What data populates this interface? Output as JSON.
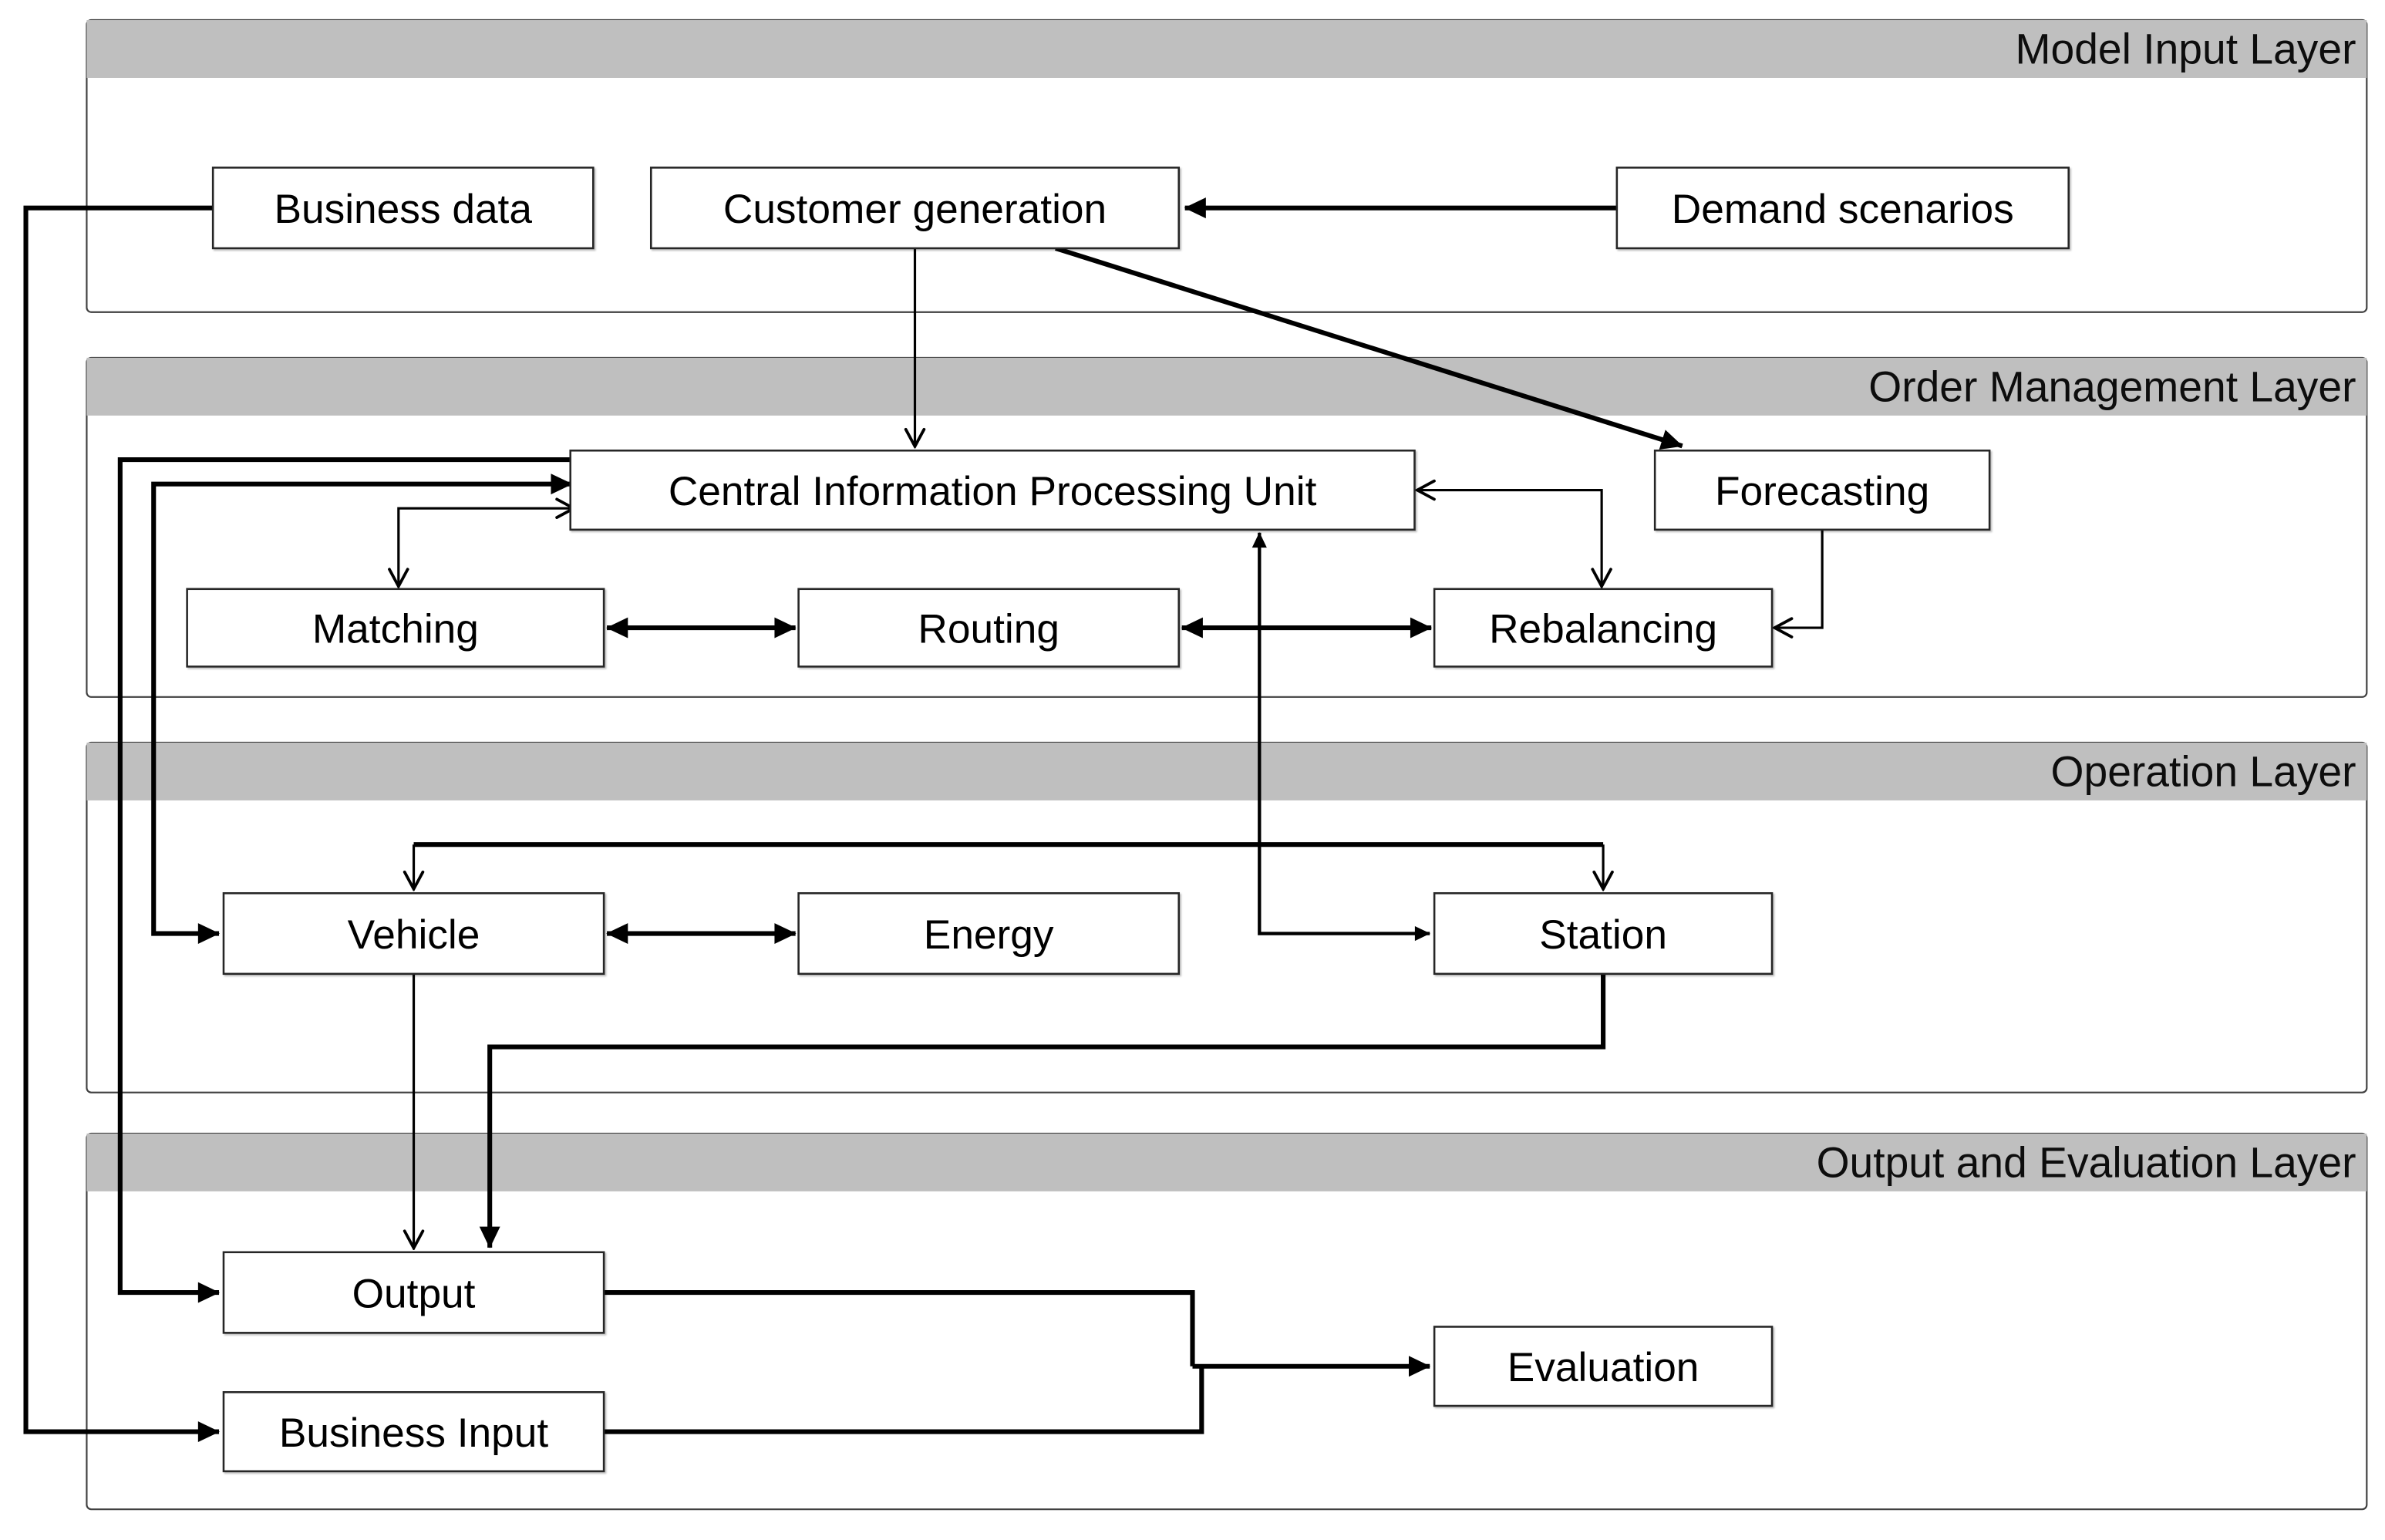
{
  "diagram": {
    "layers": [
      {
        "name": "Model Input Layer"
      },
      {
        "name": "Order Management Layer"
      },
      {
        "name": "Operation Layer"
      },
      {
        "name": "Output and Evaluation Layer"
      }
    ],
    "nodes": [
      {
        "id": "business-data",
        "label": "Business data",
        "layer": "Model Input Layer"
      },
      {
        "id": "customer-generation",
        "label": "Customer generation",
        "layer": "Model Input Layer"
      },
      {
        "id": "demand-scenarios",
        "label": "Demand scenarios",
        "layer": "Model Input Layer"
      },
      {
        "id": "cipu",
        "label": "Central Information Processing Unit",
        "layer": "Order Management Layer"
      },
      {
        "id": "forecasting",
        "label": "Forecasting",
        "layer": "Order Management Layer"
      },
      {
        "id": "matching",
        "label": "Matching",
        "layer": "Order Management Layer"
      },
      {
        "id": "routing",
        "label": "Routing",
        "layer": "Order Management Layer"
      },
      {
        "id": "rebalancing",
        "label": "Rebalancing",
        "layer": "Order Management Layer"
      },
      {
        "id": "vehicle",
        "label": "Vehicle",
        "layer": "Operation Layer"
      },
      {
        "id": "energy",
        "label": "Energy",
        "layer": "Operation Layer"
      },
      {
        "id": "station",
        "label": "Station",
        "layer": "Operation Layer"
      },
      {
        "id": "output",
        "label": "Output",
        "layer": "Output and Evaluation Layer"
      },
      {
        "id": "business-input",
        "label": "Business Input",
        "layer": "Output and Evaluation Layer"
      },
      {
        "id": "evaluation",
        "label": "Evaluation",
        "layer": "Output and Evaluation Layer"
      }
    ],
    "edges": [
      {
        "from": "Demand scenarios",
        "to": "Customer generation",
        "arrows": "single"
      },
      {
        "from": "Customer generation",
        "to": "Central Information Processing Unit",
        "arrows": "single"
      },
      {
        "from": "Customer generation",
        "to": "Forecasting",
        "arrows": "single"
      },
      {
        "from": "Business data",
        "to": "Business Input",
        "arrows": "single"
      },
      {
        "from": "Central Information Processing Unit",
        "to": "Matching",
        "arrows": "double"
      },
      {
        "from": "Matching",
        "to": "Routing",
        "arrows": "double"
      },
      {
        "from": "Routing",
        "to": "Rebalancing",
        "arrows": "double"
      },
      {
        "from": "Central Information Processing Unit",
        "to": "Rebalancing",
        "arrows": "double"
      },
      {
        "from": "Forecasting",
        "to": "Rebalancing",
        "arrows": "single"
      },
      {
        "from": "Central Information Processing Unit",
        "to": "Station",
        "arrows": "double"
      },
      {
        "from": "Central Information Processing Unit",
        "to": "Vehicle",
        "arrows": "double"
      },
      {
        "from": "Vehicle",
        "to": "Station",
        "arrows": "double"
      },
      {
        "from": "Vehicle",
        "to": "Energy",
        "arrows": "double"
      },
      {
        "from": "Central Information Processing Unit",
        "to": "Output",
        "arrows": "single"
      },
      {
        "from": "Vehicle",
        "to": "Output",
        "arrows": "single"
      },
      {
        "from": "Station",
        "to": "Output",
        "arrows": "single"
      },
      {
        "from": "Output",
        "to": "Evaluation",
        "arrows": "single"
      },
      {
        "from": "Business Input",
        "to": "Evaluation",
        "arrows": "single"
      }
    ],
    "colors": {
      "header_band": "#bfbfbf",
      "connector": "#000000",
      "panel_border": "#404040",
      "node_border": "#262626",
      "node_fill": "#ffffff",
      "background": "#ffffff",
      "text": "#000000"
    }
  }
}
